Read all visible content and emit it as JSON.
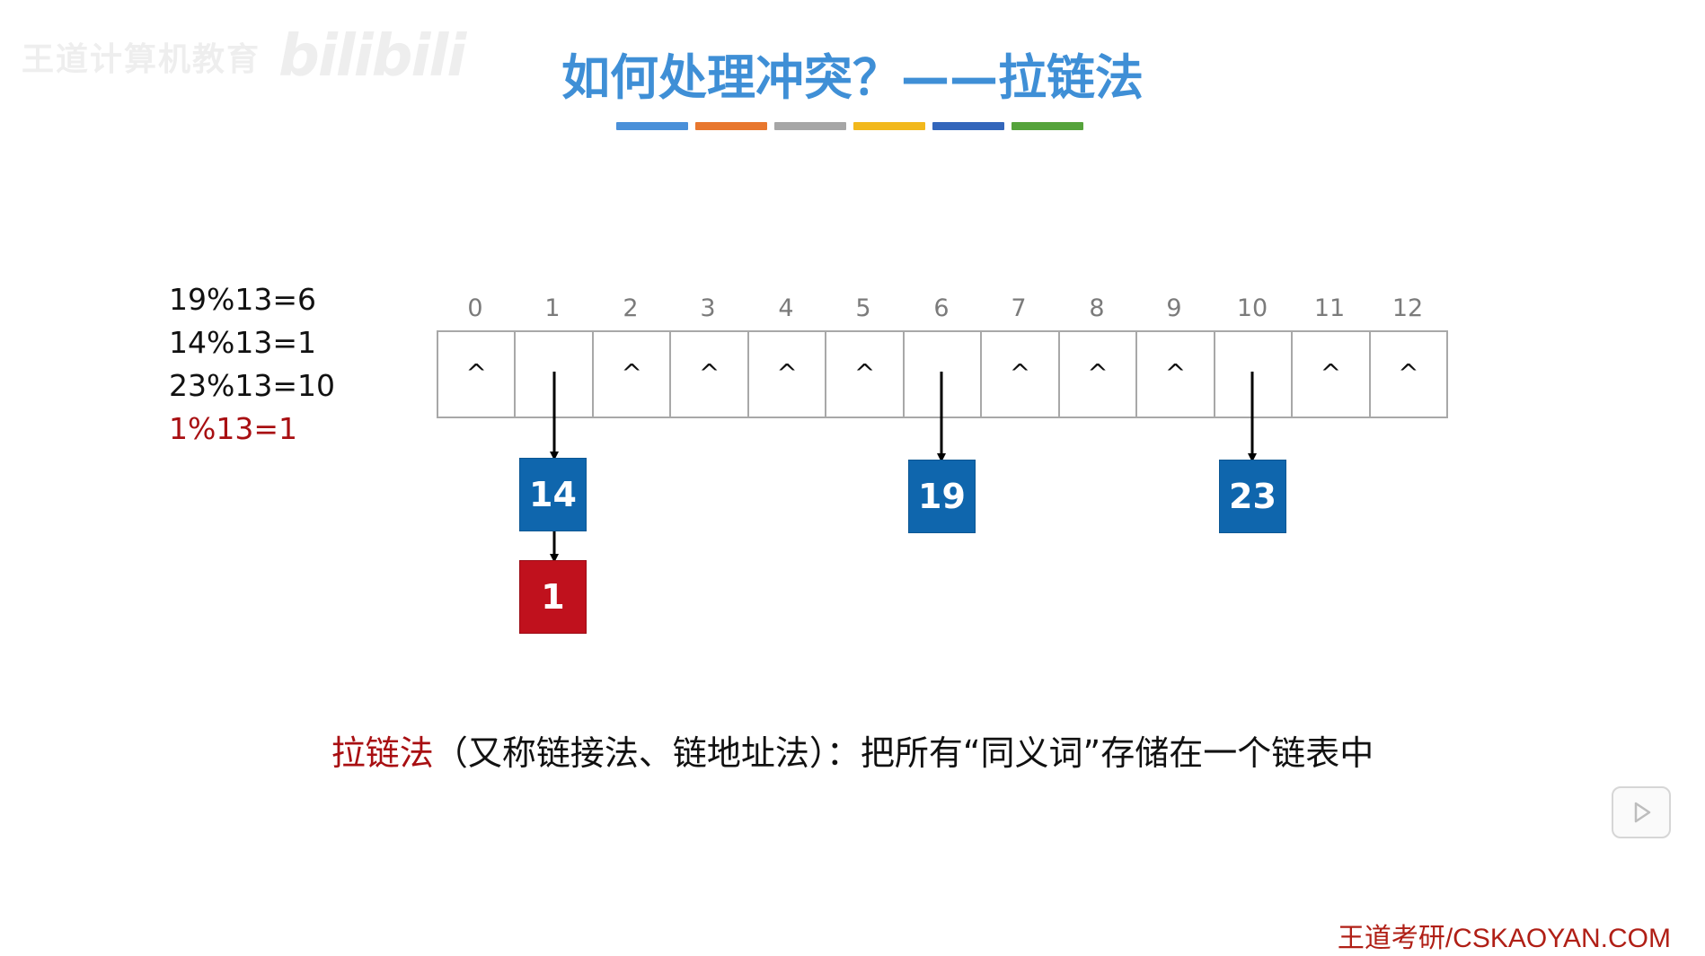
{
  "watermark": {
    "org": "王道计算机教育",
    "logo": "bilibili"
  },
  "title": "如何处理冲突？——拉链法",
  "color_bar": [
    "#4a90d9",
    "#e8772e",
    "#a6a6a6",
    "#f2b81c",
    "#3366bb",
    "#55a33b"
  ],
  "equations": [
    {
      "text": "19%13=6",
      "highlight": false
    },
    {
      "text": "14%13=1",
      "highlight": false
    },
    {
      "text": "23%13=10",
      "highlight": false
    },
    {
      "text": "1%13=1",
      "highlight": true
    }
  ],
  "table": {
    "indices": [
      "0",
      "1",
      "2",
      "3",
      "4",
      "5",
      "6",
      "7",
      "8",
      "9",
      "10",
      "11",
      "12"
    ],
    "cells": [
      "^",
      "",
      "^",
      "^",
      "^",
      "^",
      "",
      "^",
      "^",
      "^",
      "",
      "^",
      "^"
    ]
  },
  "chains": [
    {
      "slot": "1",
      "nodes": [
        {
          "value": "14",
          "color": "blue"
        },
        {
          "value": "1",
          "color": "red"
        }
      ]
    },
    {
      "slot": "6",
      "nodes": [
        {
          "value": "19",
          "color": "blue"
        }
      ]
    },
    {
      "slot": "10",
      "nodes": [
        {
          "value": "23",
          "color": "blue"
        }
      ]
    }
  ],
  "description": {
    "keyword": "拉链法",
    "rest": "（又称链接法、链地址法）：把所有“同义词”存储在一个链表中"
  },
  "footer": "王道考研/CSKAOYAN.COM",
  "colors": {
    "title": "#3f8fd6",
    "highlight": "#a80f12",
    "node_blue": "#0f66ad",
    "node_red": "#c0111d"
  }
}
